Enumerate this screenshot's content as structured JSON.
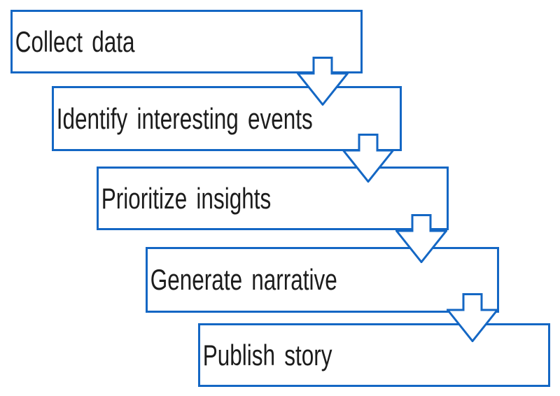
{
  "diagram": {
    "type": "flowchart",
    "background_color": "#ffffff",
    "accent_color": "#1467c4",
    "text_color": "#1c1c1c",
    "steps": [
      {
        "label": "Collect data"
      },
      {
        "label": "Identify interesting events"
      },
      {
        "label": "Prioritize insights"
      },
      {
        "label": "Generate narrative"
      },
      {
        "label": "Publish story"
      }
    ],
    "connectors": [
      {
        "icon": "down-arrow",
        "from": "Collect data",
        "to": "Identify interesting events"
      },
      {
        "icon": "down-arrow",
        "from": "Identify interesting events",
        "to": "Prioritize insights"
      },
      {
        "icon": "down-arrow",
        "from": "Prioritize insights",
        "to": "Generate narrative"
      },
      {
        "icon": "down-arrow",
        "from": "Generate narrative",
        "to": "Publish story"
      }
    ]
  }
}
